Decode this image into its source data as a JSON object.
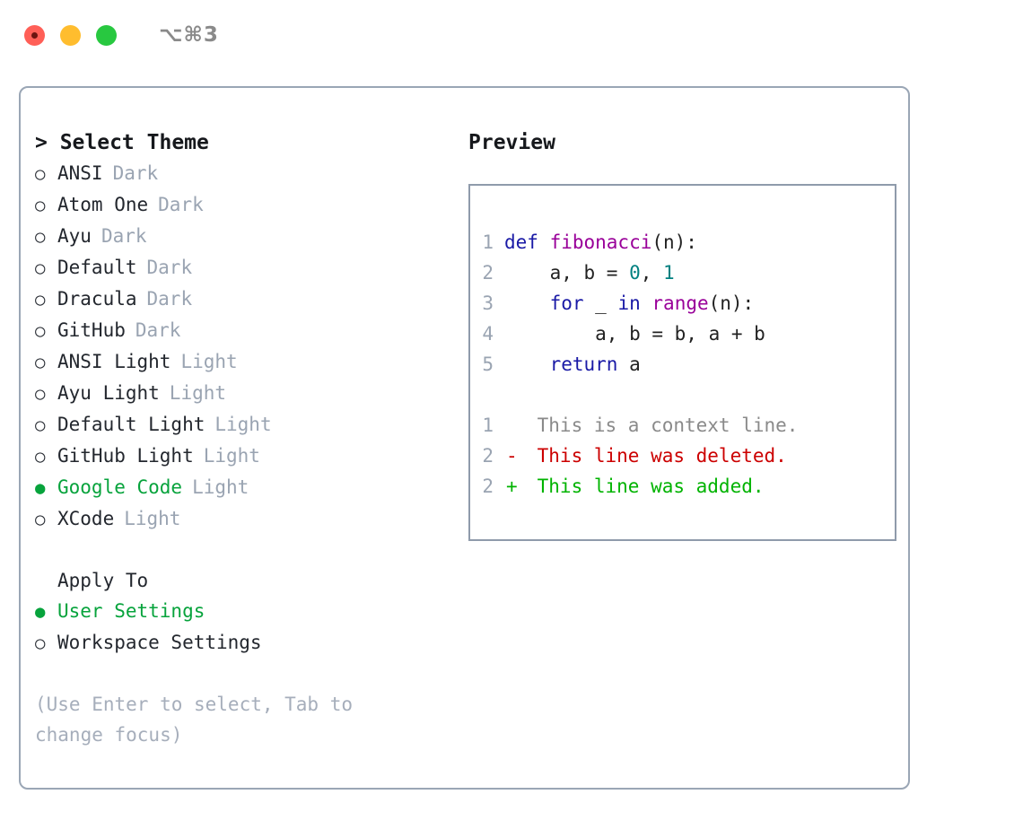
{
  "titlebar": {
    "shortcut": "⌥⌘3",
    "lights": [
      "close-button",
      "minimize-button",
      "maximize-button"
    ]
  },
  "left": {
    "heading": "> Select Theme",
    "themes": [
      {
        "marker": "○",
        "name": "ANSI",
        "tag": "Dark",
        "selected": false
      },
      {
        "marker": "○",
        "name": "Atom One",
        "tag": "Dark",
        "selected": false
      },
      {
        "marker": "○",
        "name": "Ayu",
        "tag": "Dark",
        "selected": false
      },
      {
        "marker": "○",
        "name": "Default",
        "tag": "Dark",
        "selected": false
      },
      {
        "marker": "○",
        "name": "Dracula",
        "tag": "Dark",
        "selected": false
      },
      {
        "marker": "○",
        "name": "GitHub",
        "tag": "Dark",
        "selected": false
      },
      {
        "marker": "○",
        "name": "ANSI Light",
        "tag": "Light",
        "selected": false
      },
      {
        "marker": "○",
        "name": "Ayu Light",
        "tag": "Light",
        "selected": false
      },
      {
        "marker": "○",
        "name": "Default Light",
        "tag": "Light",
        "selected": false
      },
      {
        "marker": "○",
        "name": "GitHub Light",
        "tag": "Light",
        "selected": false
      },
      {
        "marker": "●",
        "name": "Google Code",
        "tag": "Light",
        "selected": true
      },
      {
        "marker": "○",
        "name": "XCode",
        "tag": "Light",
        "selected": false
      }
    ],
    "apply_to": {
      "heading": "Apply To",
      "options": [
        {
          "marker": "●",
          "name": "User Settings",
          "selected": true
        },
        {
          "marker": "○",
          "name": "Workspace Settings",
          "selected": false
        }
      ]
    },
    "hint": "(Use Enter to select, Tab to change focus)"
  },
  "right": {
    "heading": "Preview",
    "code_lines": [
      {
        "num": "1",
        "tokens": [
          {
            "t": "def ",
            "c": "kw"
          },
          {
            "t": "fibonacci",
            "c": "fn"
          },
          {
            "t": "(n):",
            "c": "pl"
          }
        ]
      },
      {
        "num": "2",
        "tokens": [
          {
            "t": "    a, b = ",
            "c": "pl"
          },
          {
            "t": "0",
            "c": "num"
          },
          {
            "t": ", ",
            "c": "pl"
          },
          {
            "t": "1",
            "c": "num"
          }
        ]
      },
      {
        "num": "3",
        "tokens": [
          {
            "t": "    ",
            "c": "pl"
          },
          {
            "t": "for",
            "c": "kw"
          },
          {
            "t": " _ ",
            "c": "pl"
          },
          {
            "t": "in",
            "c": "kw"
          },
          {
            "t": " ",
            "c": "pl"
          },
          {
            "t": "range",
            "c": "fn"
          },
          {
            "t": "(n):",
            "c": "pl"
          }
        ]
      },
      {
        "num": "4",
        "tokens": [
          {
            "t": "        a, b = b, a + b",
            "c": "pl"
          }
        ]
      },
      {
        "num": "5",
        "tokens": [
          {
            "t": "    ",
            "c": "pl"
          },
          {
            "t": "return",
            "c": "kw"
          },
          {
            "t": " a",
            "c": "pl"
          }
        ]
      }
    ],
    "diff_lines": [
      {
        "num": "1",
        "sign": " ",
        "text": " This is a context line.",
        "kind": "ctx"
      },
      {
        "num": "2",
        "sign": "-",
        "text": " This line was deleted.",
        "kind": "del"
      },
      {
        "num": "2",
        "sign": "+",
        "text": " This line was added.",
        "kind": "add"
      }
    ]
  },
  "colors": {
    "accent_green": "#07a33c",
    "keyword": "#1a1aa6",
    "function": "#990099",
    "number": "#008080",
    "muted": "#9aa4b2",
    "diff_delete": "#cc0000",
    "diff_add": "#00b300",
    "border": "#9aa6b5",
    "light_red": "#ff5f57",
    "light_yellow": "#ffbd2e",
    "light_green": "#28c840"
  }
}
